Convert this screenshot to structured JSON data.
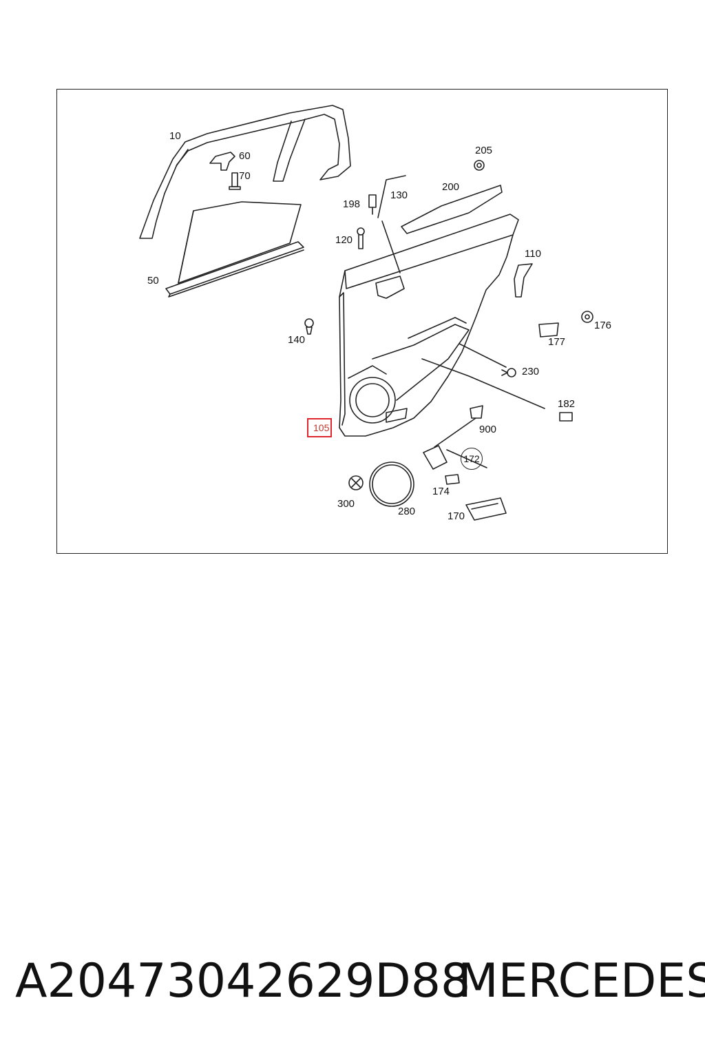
{
  "diagram": {
    "callouts": {
      "p10": "10",
      "p60": "60",
      "p70": "70",
      "p50": "50",
      "p205": "205",
      "p200": "200",
      "p198": "198",
      "p130": "130",
      "p120": "120",
      "p110": "110",
      "p140": "140",
      "p176": "176",
      "p177": "177",
      "p230": "230",
      "p182": "182",
      "p105": "105",
      "p900": "900",
      "p172": "172",
      "p174": "174",
      "p300": "300",
      "p280": "280",
      "p170": "170"
    },
    "highlighted_part": "105",
    "highlight_color": "#e0242e"
  },
  "footer": {
    "part_number": "A20473042629D88",
    "brand": "MERCEDES"
  }
}
